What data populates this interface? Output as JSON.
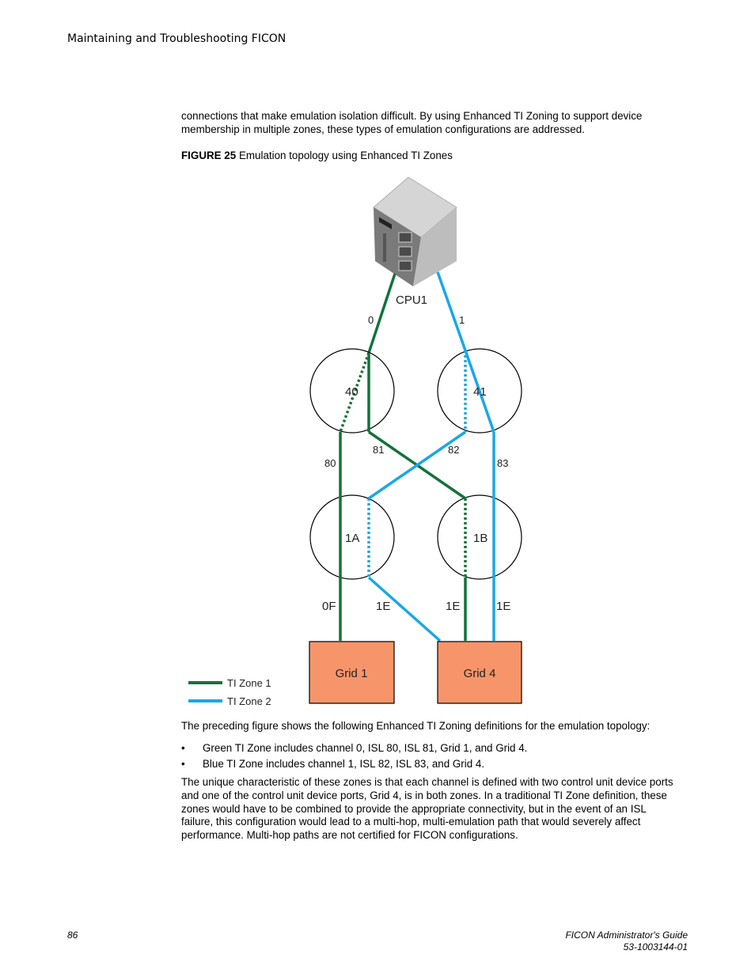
{
  "header": {
    "title": "Maintaining and Troubleshooting FICON"
  },
  "intro_paragraph": "connections that make emulation isolation difficult. By using Enhanced TI Zoning to support device membership in multiple zones, these types of emulation configurations are addressed.",
  "figure": {
    "label": "FIGURE 25",
    "caption": "Emulation topology using Enhanced TI Zones",
    "cpu_label": "CPU1",
    "channels": {
      "c0": "0",
      "c1": "1"
    },
    "switches": {
      "s40": "40",
      "s41": "41",
      "s1A": "1A",
      "s1B": "1B"
    },
    "isls": {
      "i80": "80",
      "i81": "81",
      "i82": "82",
      "i83": "83"
    },
    "ports": {
      "p0F": "0F",
      "p1E_a": "1E",
      "p1E_b": "1E",
      "p1E_c": "1E"
    },
    "grids": {
      "g1": "Grid 1",
      "g4": "Grid 4"
    },
    "legend": {
      "zone1": "TI Zone 1",
      "zone2": "TI Zone 2"
    },
    "colors": {
      "zone1": "#13723a",
      "zone2": "#1aa7e6",
      "grid_fill": "#f7956a"
    }
  },
  "after_figure_paragraph": "The preceding figure shows the following Enhanced TI Zoning definitions for the emulation topology:",
  "bullets": [
    "Green TI Zone includes channel 0, ISL 80, ISL 81, Grid 1, and Grid 4.",
    "Blue TI Zone includes channel 1, ISL 82, ISL 83, and Grid 4."
  ],
  "final_paragraph": "The unique characteristic of these zones is that each channel is defined with two control unit device ports and one of the control unit device ports, Grid 4, is in both zones. In a traditional TI Zone definition, these zones would have to be combined to provide the appropriate connectivity, but in the event of an ISL failure, this configuration would lead to a multi-hop, multi-emulation path that would severely affect performance. Multi-hop paths are not certified for FICON configurations.",
  "footer": {
    "page_number": "86",
    "doc_title": "FICON Administrator's Guide",
    "doc_number": "53-1003144-01"
  }
}
